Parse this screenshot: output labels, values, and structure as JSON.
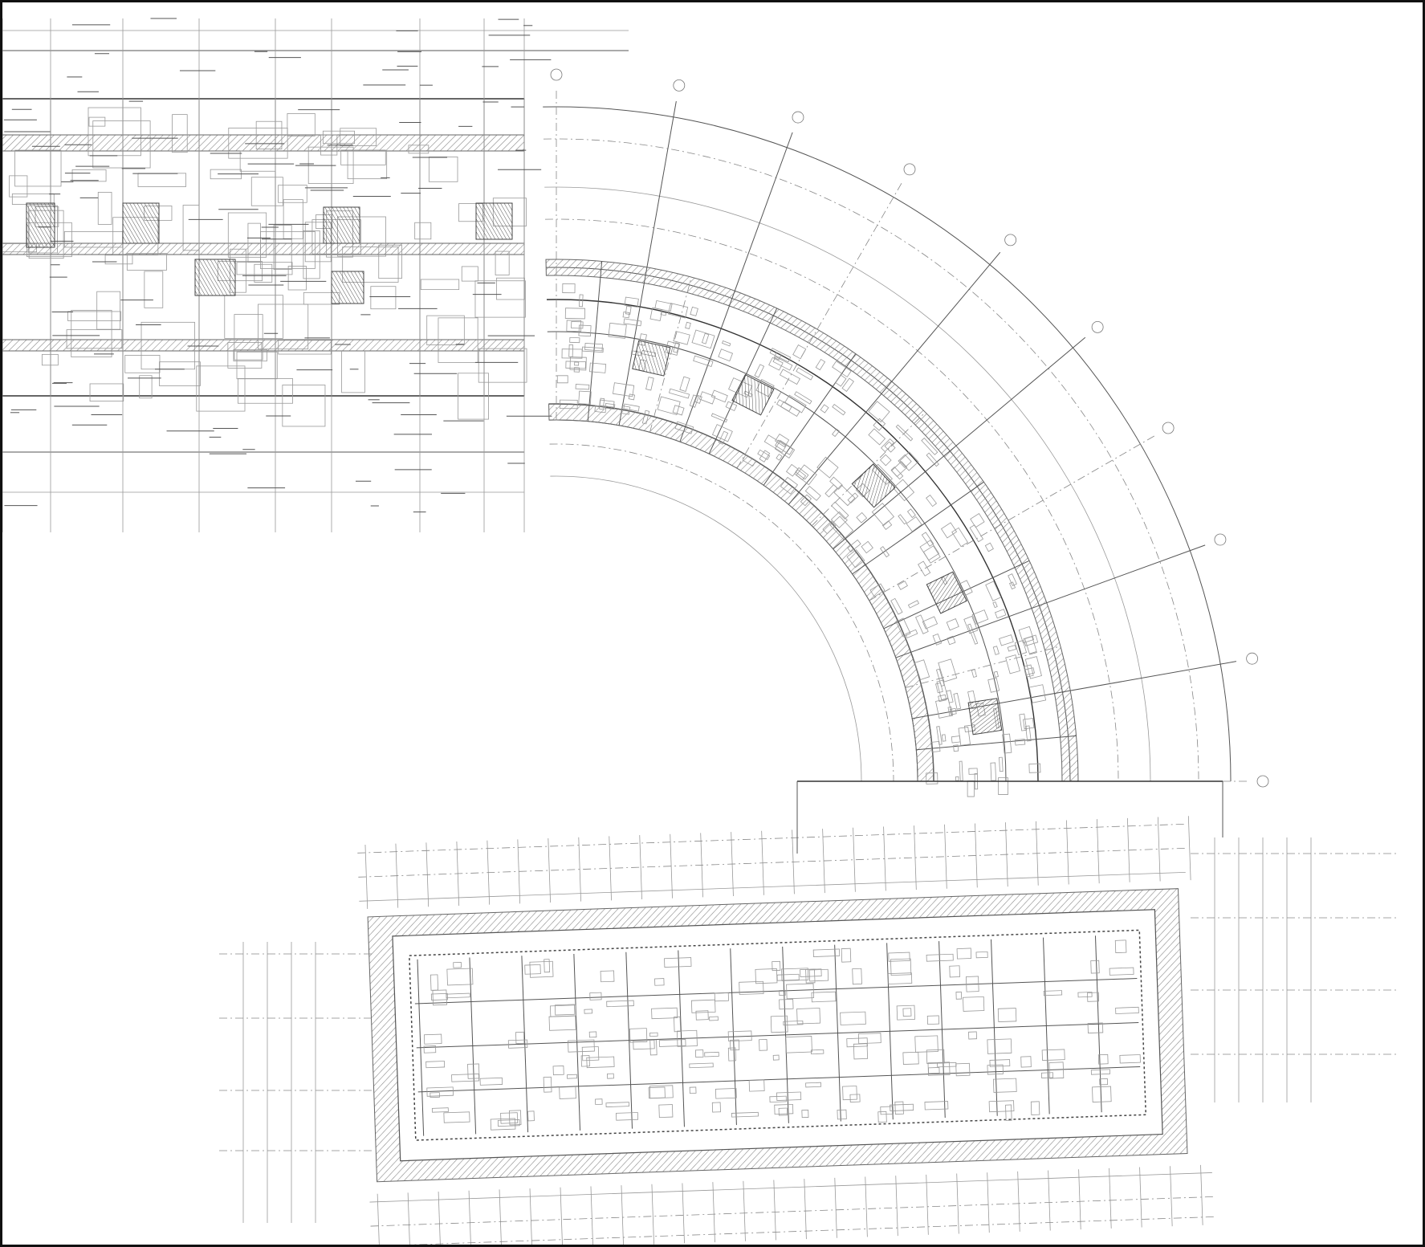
{
  "drawing": {
    "kind": "architectural-floor-plan",
    "line_color": "#555555",
    "hatch_color": "#888888",
    "frame_color": "#111111",
    "background": "#ffffff"
  },
  "sections": [
    {
      "name": "rectilinear-west-wing"
    },
    {
      "name": "curved-wing"
    },
    {
      "name": "rectangular-south-block"
    }
  ]
}
